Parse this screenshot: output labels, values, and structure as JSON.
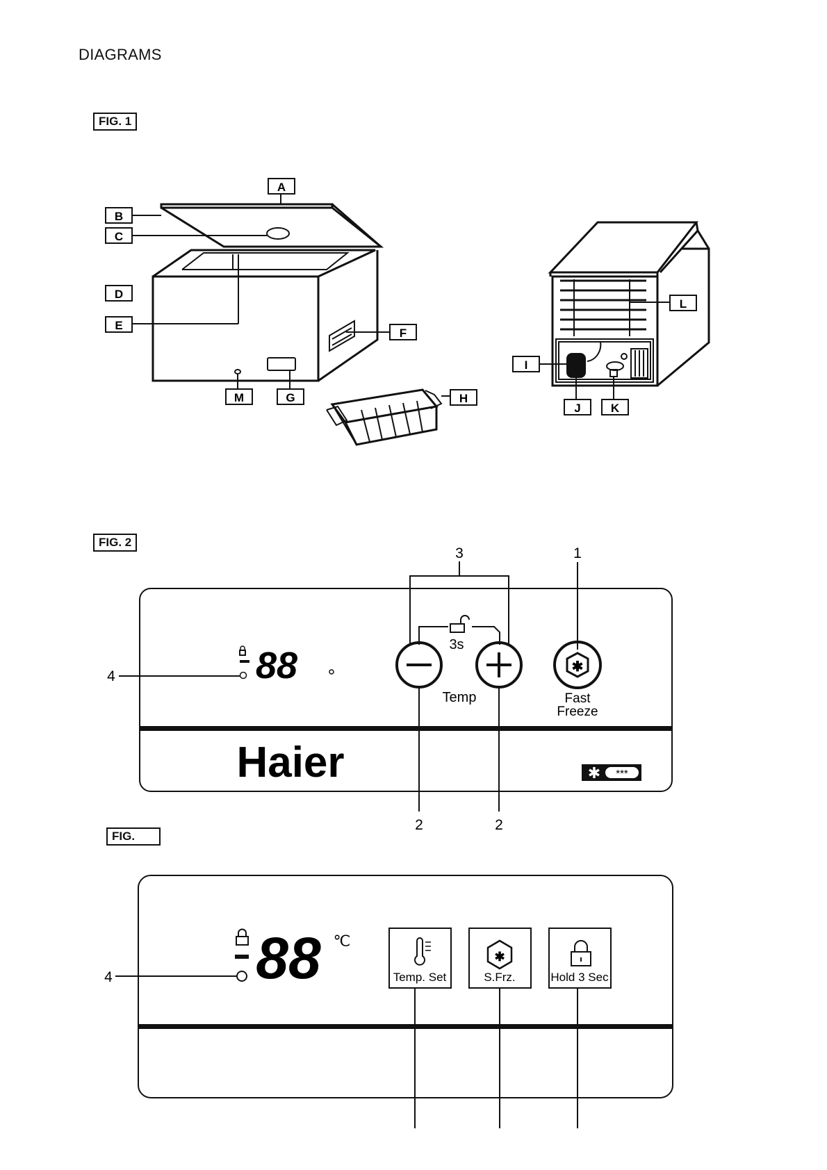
{
  "page": {
    "heading": "DIAGRAMS"
  },
  "fig1": {
    "tag": "FIG. 1",
    "labels": {
      "a": "A",
      "b": "B",
      "c": "C",
      "d": "D",
      "e": "E",
      "f": "F",
      "g": "G",
      "h": "H",
      "i": "I",
      "j": "J",
      "k": "K",
      "l": "L",
      "m": "M"
    }
  },
  "fig2": {
    "tag": "FIG. 2",
    "callouts": {
      "one": "1",
      "two_left": "2",
      "two_right": "2",
      "three": "3",
      "four": "4"
    },
    "lock_hold": "3s",
    "display": "88",
    "temp_label": "Temp",
    "fast_freeze_line1": "Fast",
    "fast_freeze_line2": "Freeze",
    "brand": "Haier",
    "star_rating": "***"
  },
  "fig3": {
    "tag": "FIG.",
    "callouts": {
      "four": "4"
    },
    "display": "88",
    "unit": "℃",
    "buttons": {
      "temp_set": "Temp. Set",
      "super_freeze": "S.Frz.",
      "hold": "Hold 3 Sec"
    }
  },
  "icons": [
    "lock-icon",
    "snowflake-icon",
    "thermometer-icon",
    "minus-icon",
    "plus-icon"
  ]
}
